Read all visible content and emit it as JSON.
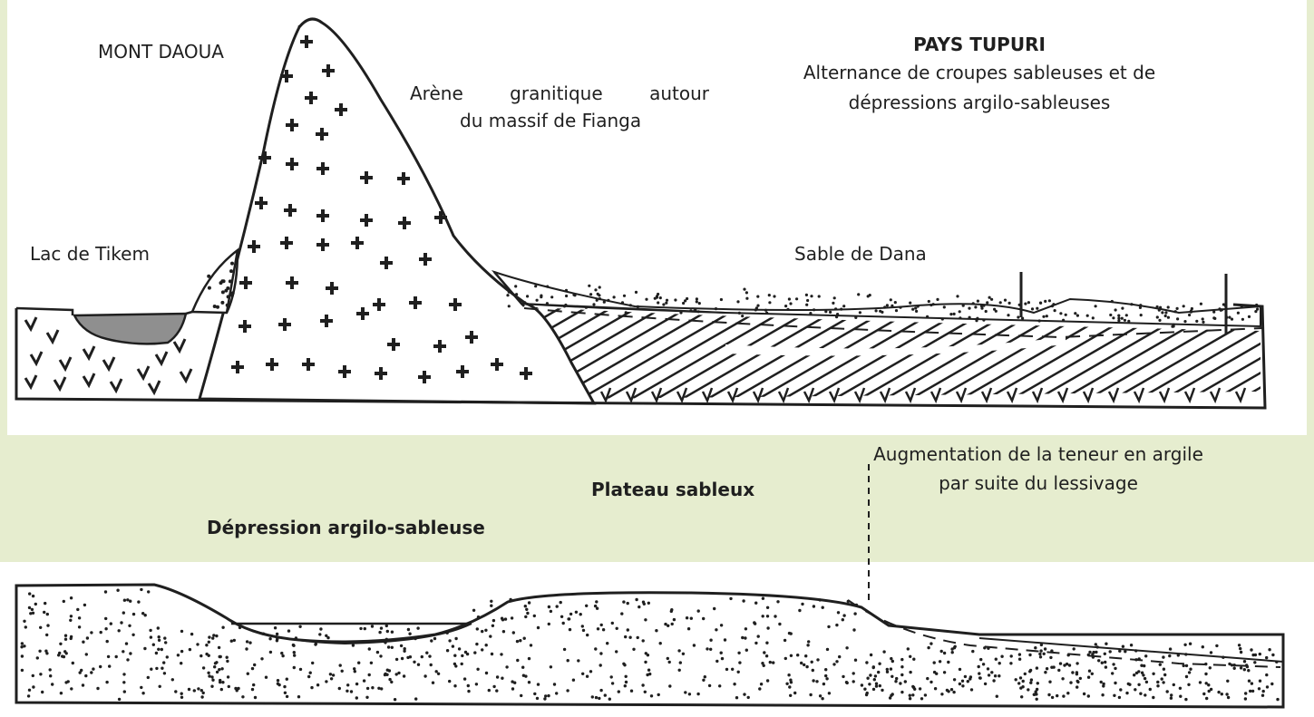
{
  "colors": {
    "band_background": "#e6edcf",
    "drawing_background": "#ffffff",
    "ink": "#1f1f1f",
    "lake_fill": "#8f8f8f"
  },
  "top_section": {
    "labels": {
      "mont_daoua": "MONT DAOUA",
      "arene_line1": "Arène granitique autour",
      "arene_line2": "du massif de Fianga",
      "pays_tupuri": "PAYS TUPURI",
      "alternance_line1": "Alternance de croupes sableuses et de",
      "alternance_line2": "dépressions argilo-sableuses",
      "lac_de_tikem": "Lac de Tikem",
      "sable_de_dana": "Sable de Dana"
    }
  },
  "bottom_section": {
    "labels": {
      "augmentation_line1": "Augmentation de la teneur en argile",
      "augmentation_line2": "par suite du lessivage",
      "plateau_sableux": "Plateau sableux",
      "depression": "Dépression argilo-sableuse"
    }
  }
}
